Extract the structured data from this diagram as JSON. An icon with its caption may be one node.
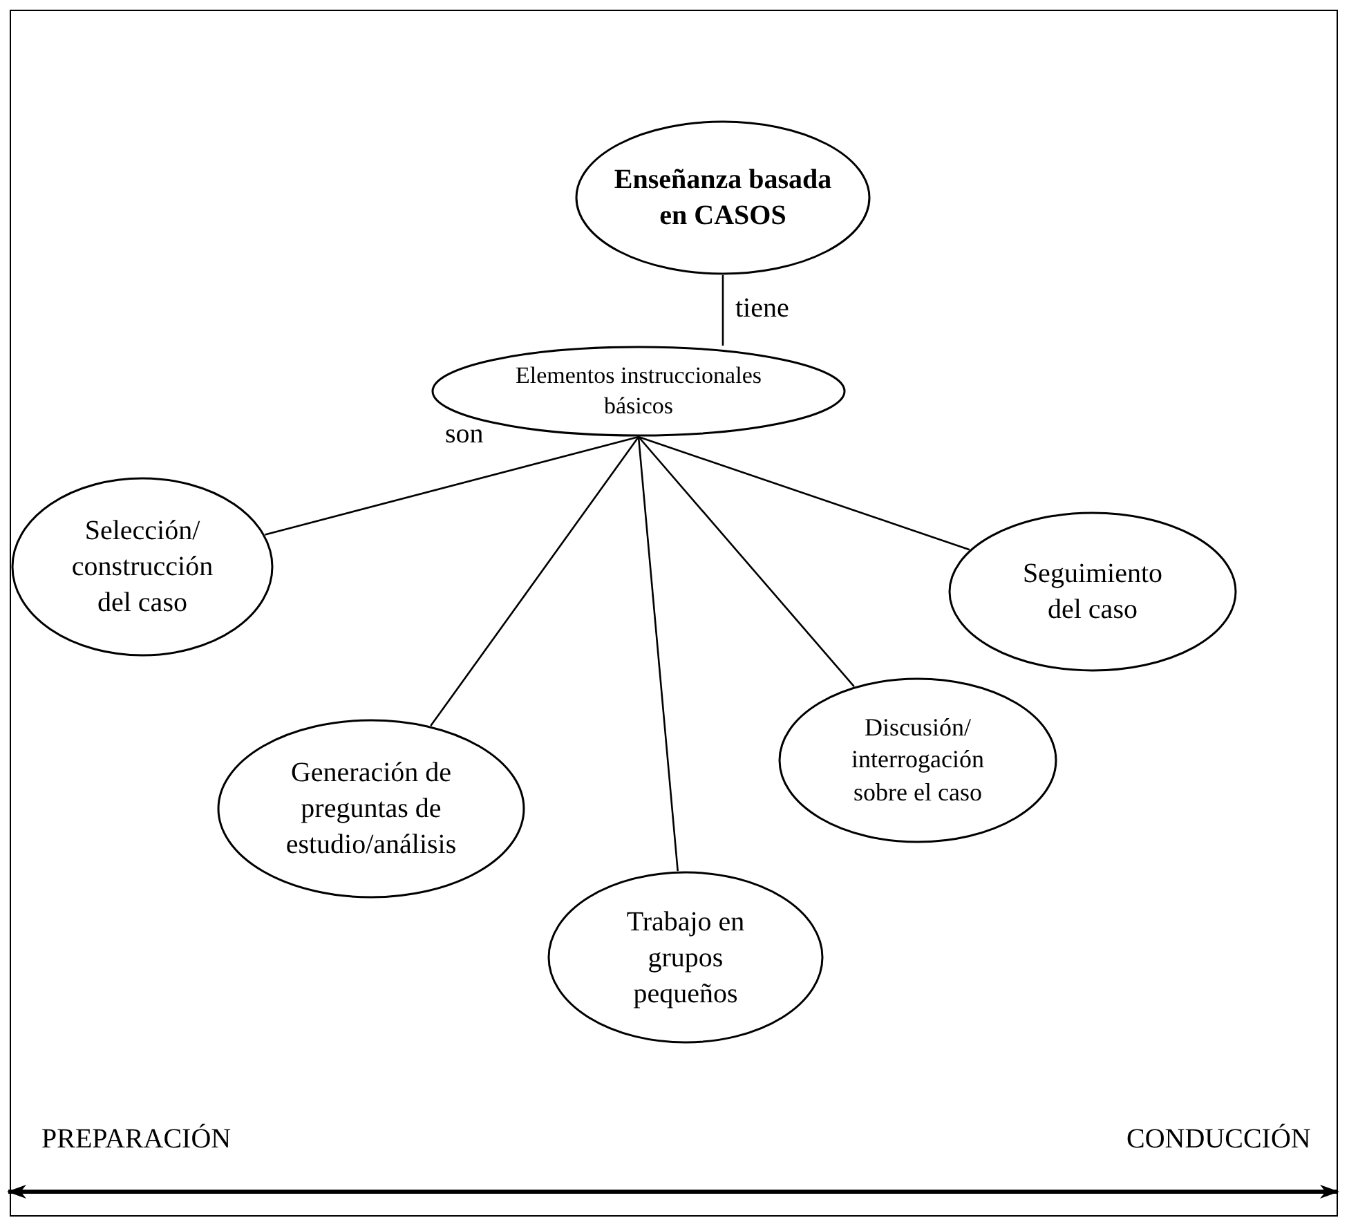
{
  "diagram": {
    "nodes": [
      {
        "text": [
          "Enseñanza basada en CASOS"
        ]
      },
      {
        "text": [
          "Elementos instruccionales básicos"
        ]
      },
      {
        "text": [
          "Selección/ construcción del caso"
        ]
      },
      {
        "text": [
          "Seguimiento del caso"
        ]
      },
      {
        "text": [
          "Generación de preguntas de estudio/análisis"
        ]
      },
      {
        "text": [
          "Discusión/ interrogación sobre el caso"
        ]
      },
      {
        "text": [
          "Trabajo en grupos pequeños"
        ]
      }
    ],
    "edges": [
      {
        "from": 0,
        "to": 1,
        "arrow": "none",
        "label": "tiene"
      },
      {
        "from": 1,
        "to": 2,
        "arrow": "none"
      },
      {
        "from": 1,
        "to": 4,
        "arrow": "none"
      },
      {
        "from": 1,
        "to": 6,
        "arrow": "none"
      },
      {
        "from": 1,
        "to": 5,
        "arrow": "none"
      },
      {
        "from": 1,
        "to": 3,
        "arrow": "none"
      }
    ],
    "labels": [
      "son",
      "PREPARACIÓN",
      "CONDUCCIÓN"
    ]
  }
}
